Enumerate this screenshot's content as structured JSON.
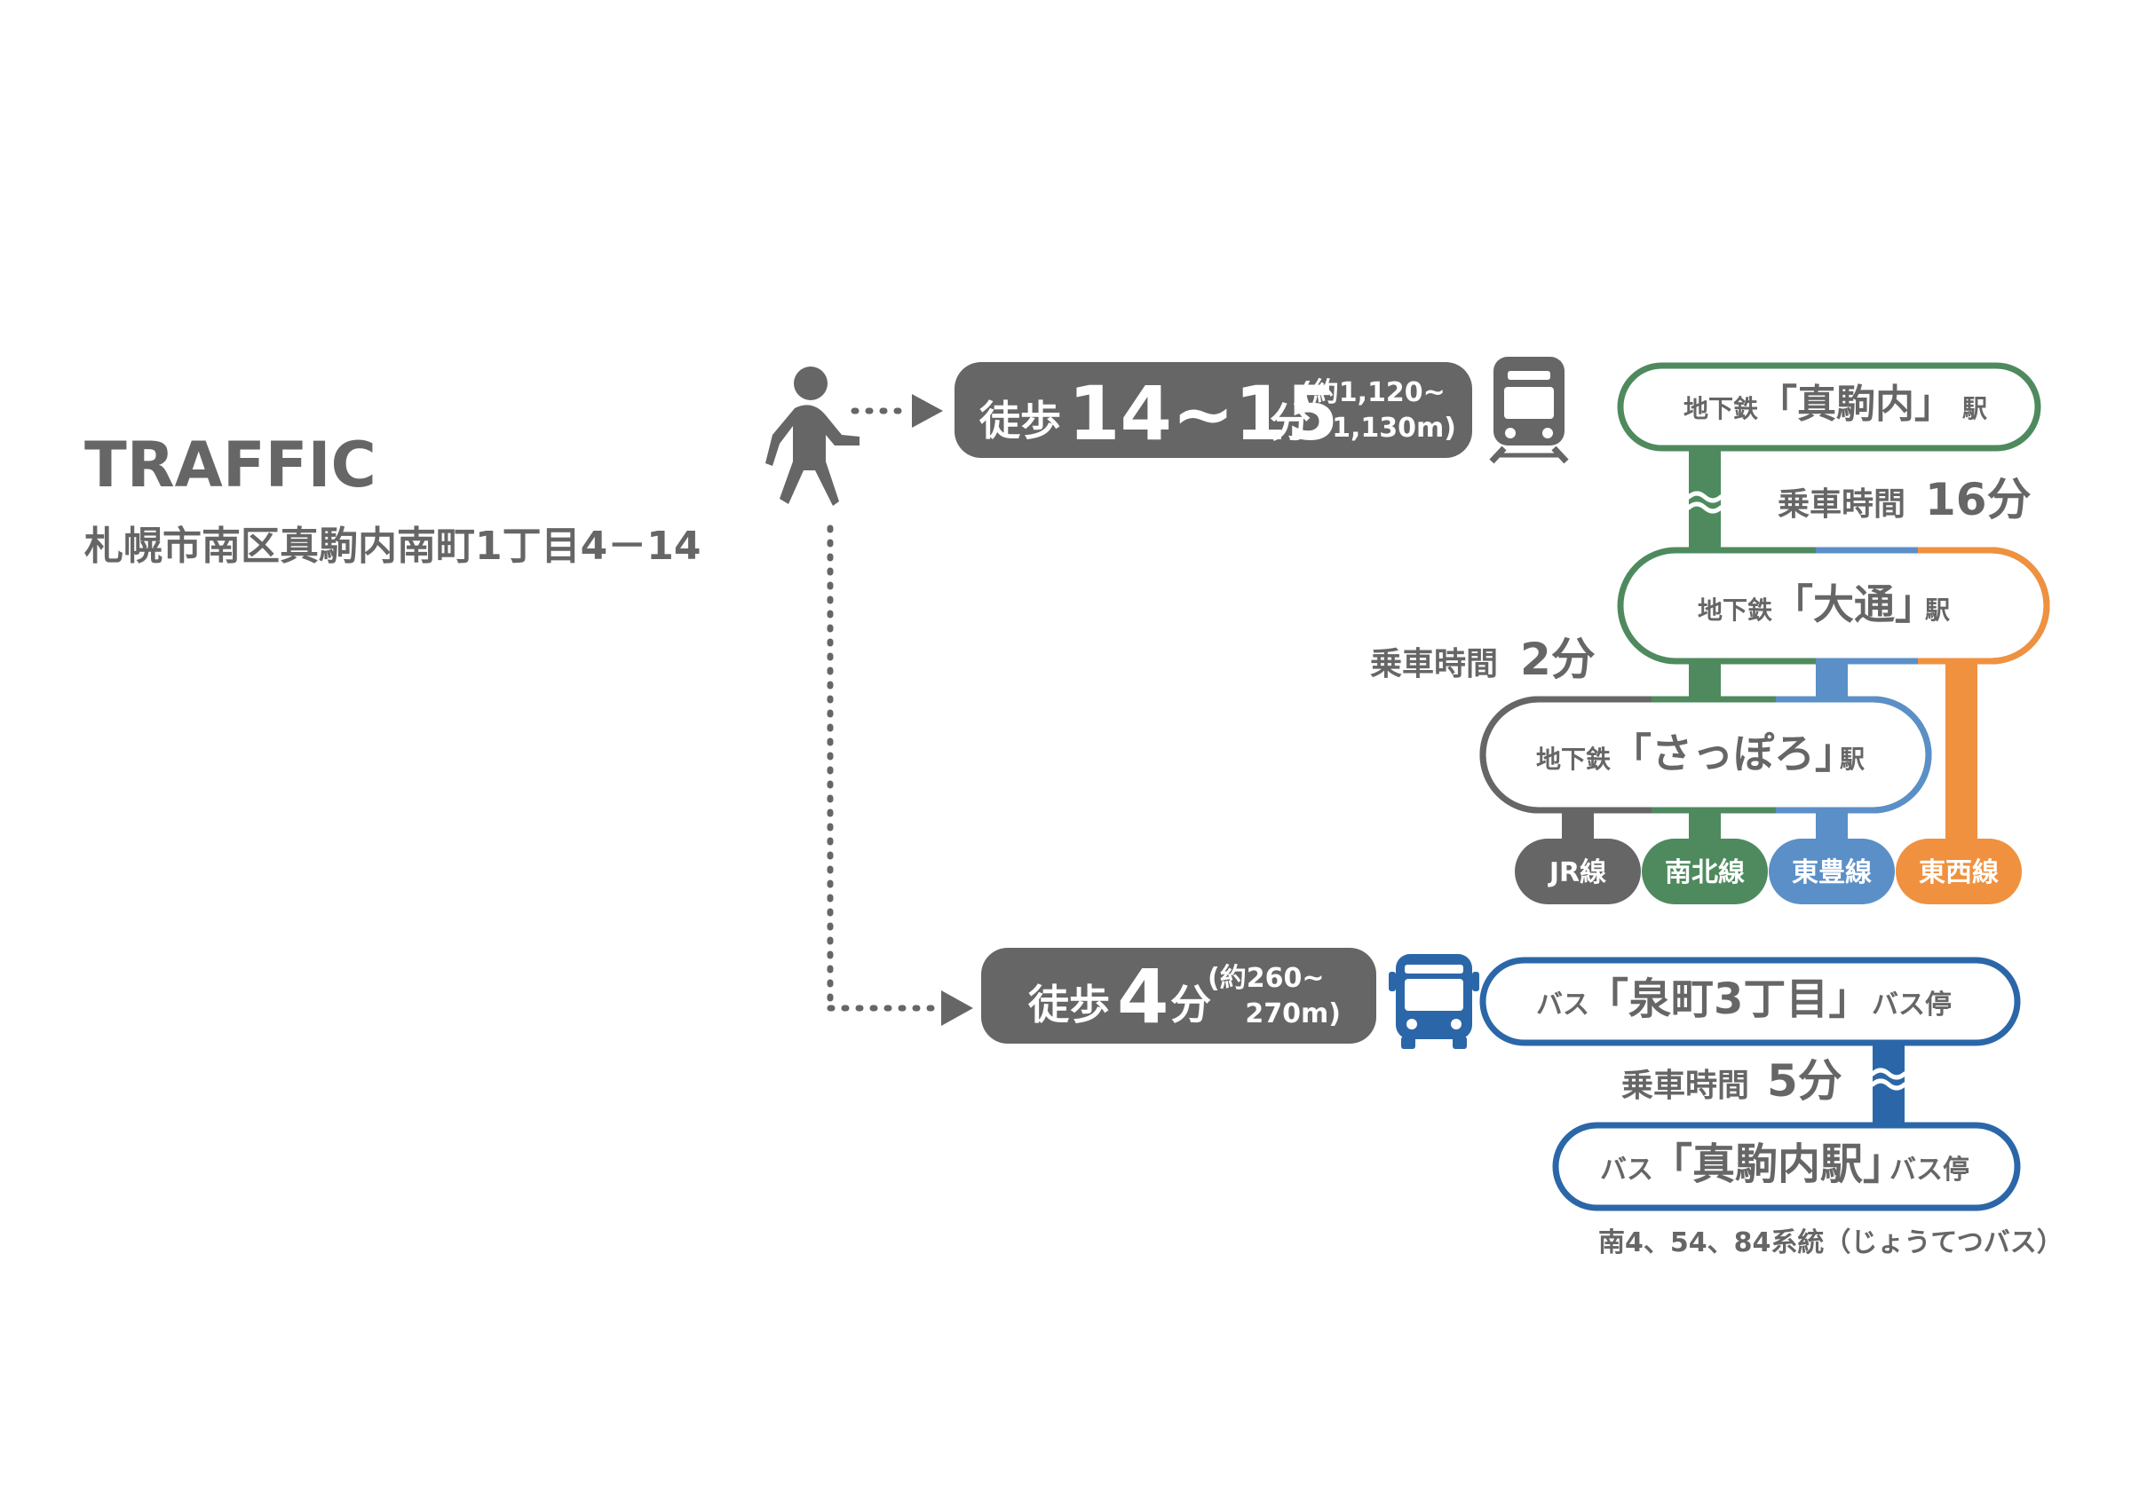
{
  "header": {
    "title": "TRAFFIC",
    "address": "札幌市南区真駒内南町1丁目4－14"
  },
  "colors": {
    "text": "#666666",
    "gray_box": "#666666",
    "green": "#4e8a5e",
    "blue": "#5b8fc7",
    "orange": "#f0913f",
    "bus_blue": "#2b67a8"
  },
  "icons": [
    "walking-person-icon",
    "train-icon",
    "bus-icon",
    "wavy-break-icon"
  ],
  "walk_train": {
    "prefix": "徒歩",
    "time": "14~15",
    "unit": "分",
    "note_line1": "(約1,120~",
    "note_line2": "1,130m)"
  },
  "walk_bus": {
    "prefix": "徒歩",
    "time": "4",
    "unit": "分",
    "note_line1": "(約260~",
    "note_line2": "270m)"
  },
  "stations": {
    "makomanai": {
      "prefix": "地下鉄",
      "name": "「真駒内」",
      "suffix": "駅"
    },
    "odori": {
      "prefix": "地下鉄",
      "name": "「大通」",
      "suffix": "駅"
    },
    "sapporo": {
      "prefix": "地下鉄",
      "name": "「さっぽろ」",
      "suffix": "駅"
    }
  },
  "ride_times": {
    "makomanai_odori": {
      "label": "乗車時間",
      "value": "16分"
    },
    "odori_sapporo": {
      "label": "乗車時間",
      "value": "2分"
    },
    "bus": {
      "label": "乗車時間",
      "value": "5分"
    }
  },
  "lines": [
    "JR線",
    "南北線",
    "東豊線",
    "東西線"
  ],
  "bus_stops": {
    "izumimachi": {
      "prefix": "バス",
      "name": "「泉町3丁目」",
      "suffix": "バス停"
    },
    "makomanai_eki": {
      "prefix": "バス",
      "name": "「真駒内駅」",
      "suffix": "バス停"
    }
  },
  "bus_routes": "南4、54、84系統（じょうてつバス）"
}
